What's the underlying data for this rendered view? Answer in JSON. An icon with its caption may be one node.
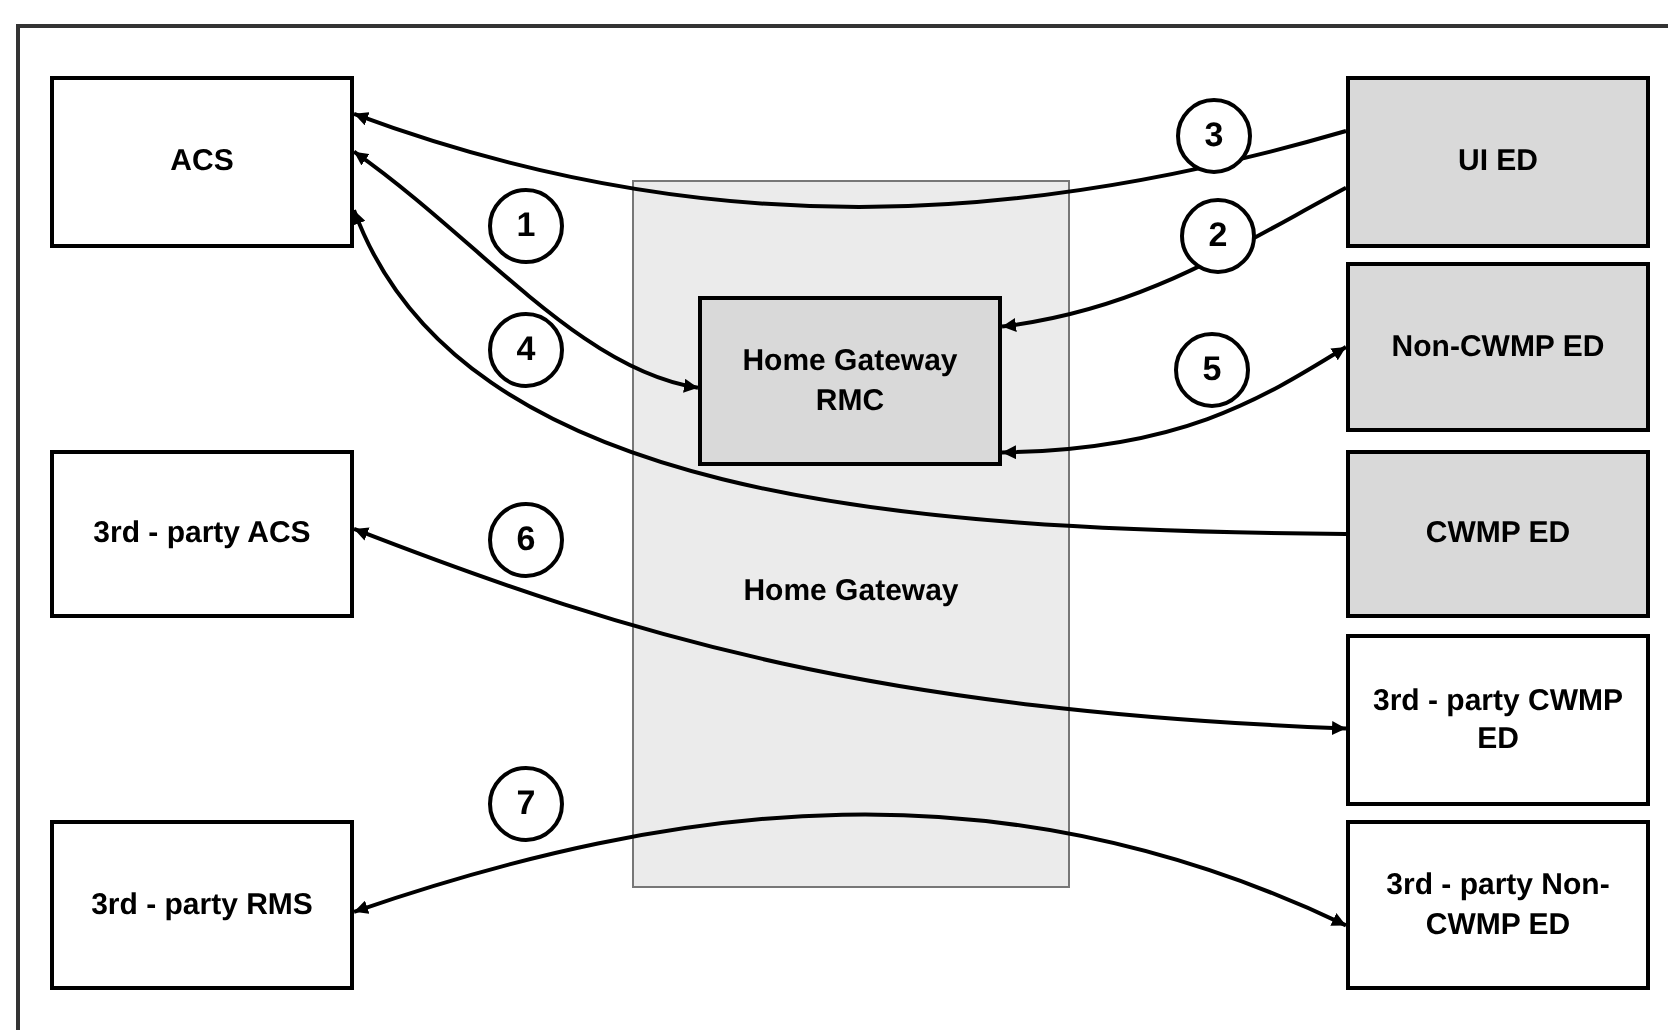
{
  "diagram": {
    "nodes": [
      {
        "text": [
          "ACS"
        ]
      },
      {
        "text": [
          "3rd - party ACS"
        ]
      },
      {
        "text": [
          "3rd - party RMS"
        ]
      },
      {
        "text": [
          "Home Gateway"
        ]
      },
      {
        "text": [
          "Home Gateway RMC"
        ],
        "in": 3
      },
      {
        "text": [
          "UI ED"
        ]
      },
      {
        "text": [
          "Non-CWMP ED"
        ]
      },
      {
        "text": [
          "CWMP ED"
        ]
      },
      {
        "text": [
          "3rd - party CWMP ED"
        ]
      },
      {
        "text": [
          "3rd - party Non-CWMP ED"
        ]
      }
    ],
    "edges": [
      {
        "from": 0,
        "to": 4,
        "arrow": "both",
        "label": "1"
      },
      {
        "from": 5,
        "to": 4,
        "arrow": "to",
        "label": "2"
      },
      {
        "from": 5,
        "to": 0,
        "arrow": "to",
        "label": "3"
      },
      {
        "from": 7,
        "to": 0,
        "arrow": "to",
        "label": "4"
      },
      {
        "from": 4,
        "to": 6,
        "arrow": "both",
        "label": "5"
      },
      {
        "from": 1,
        "to": 8,
        "arrow": "both",
        "label": "6"
      },
      {
        "from": 2,
        "to": 9,
        "arrow": "both",
        "label": "7"
      }
    ]
  }
}
